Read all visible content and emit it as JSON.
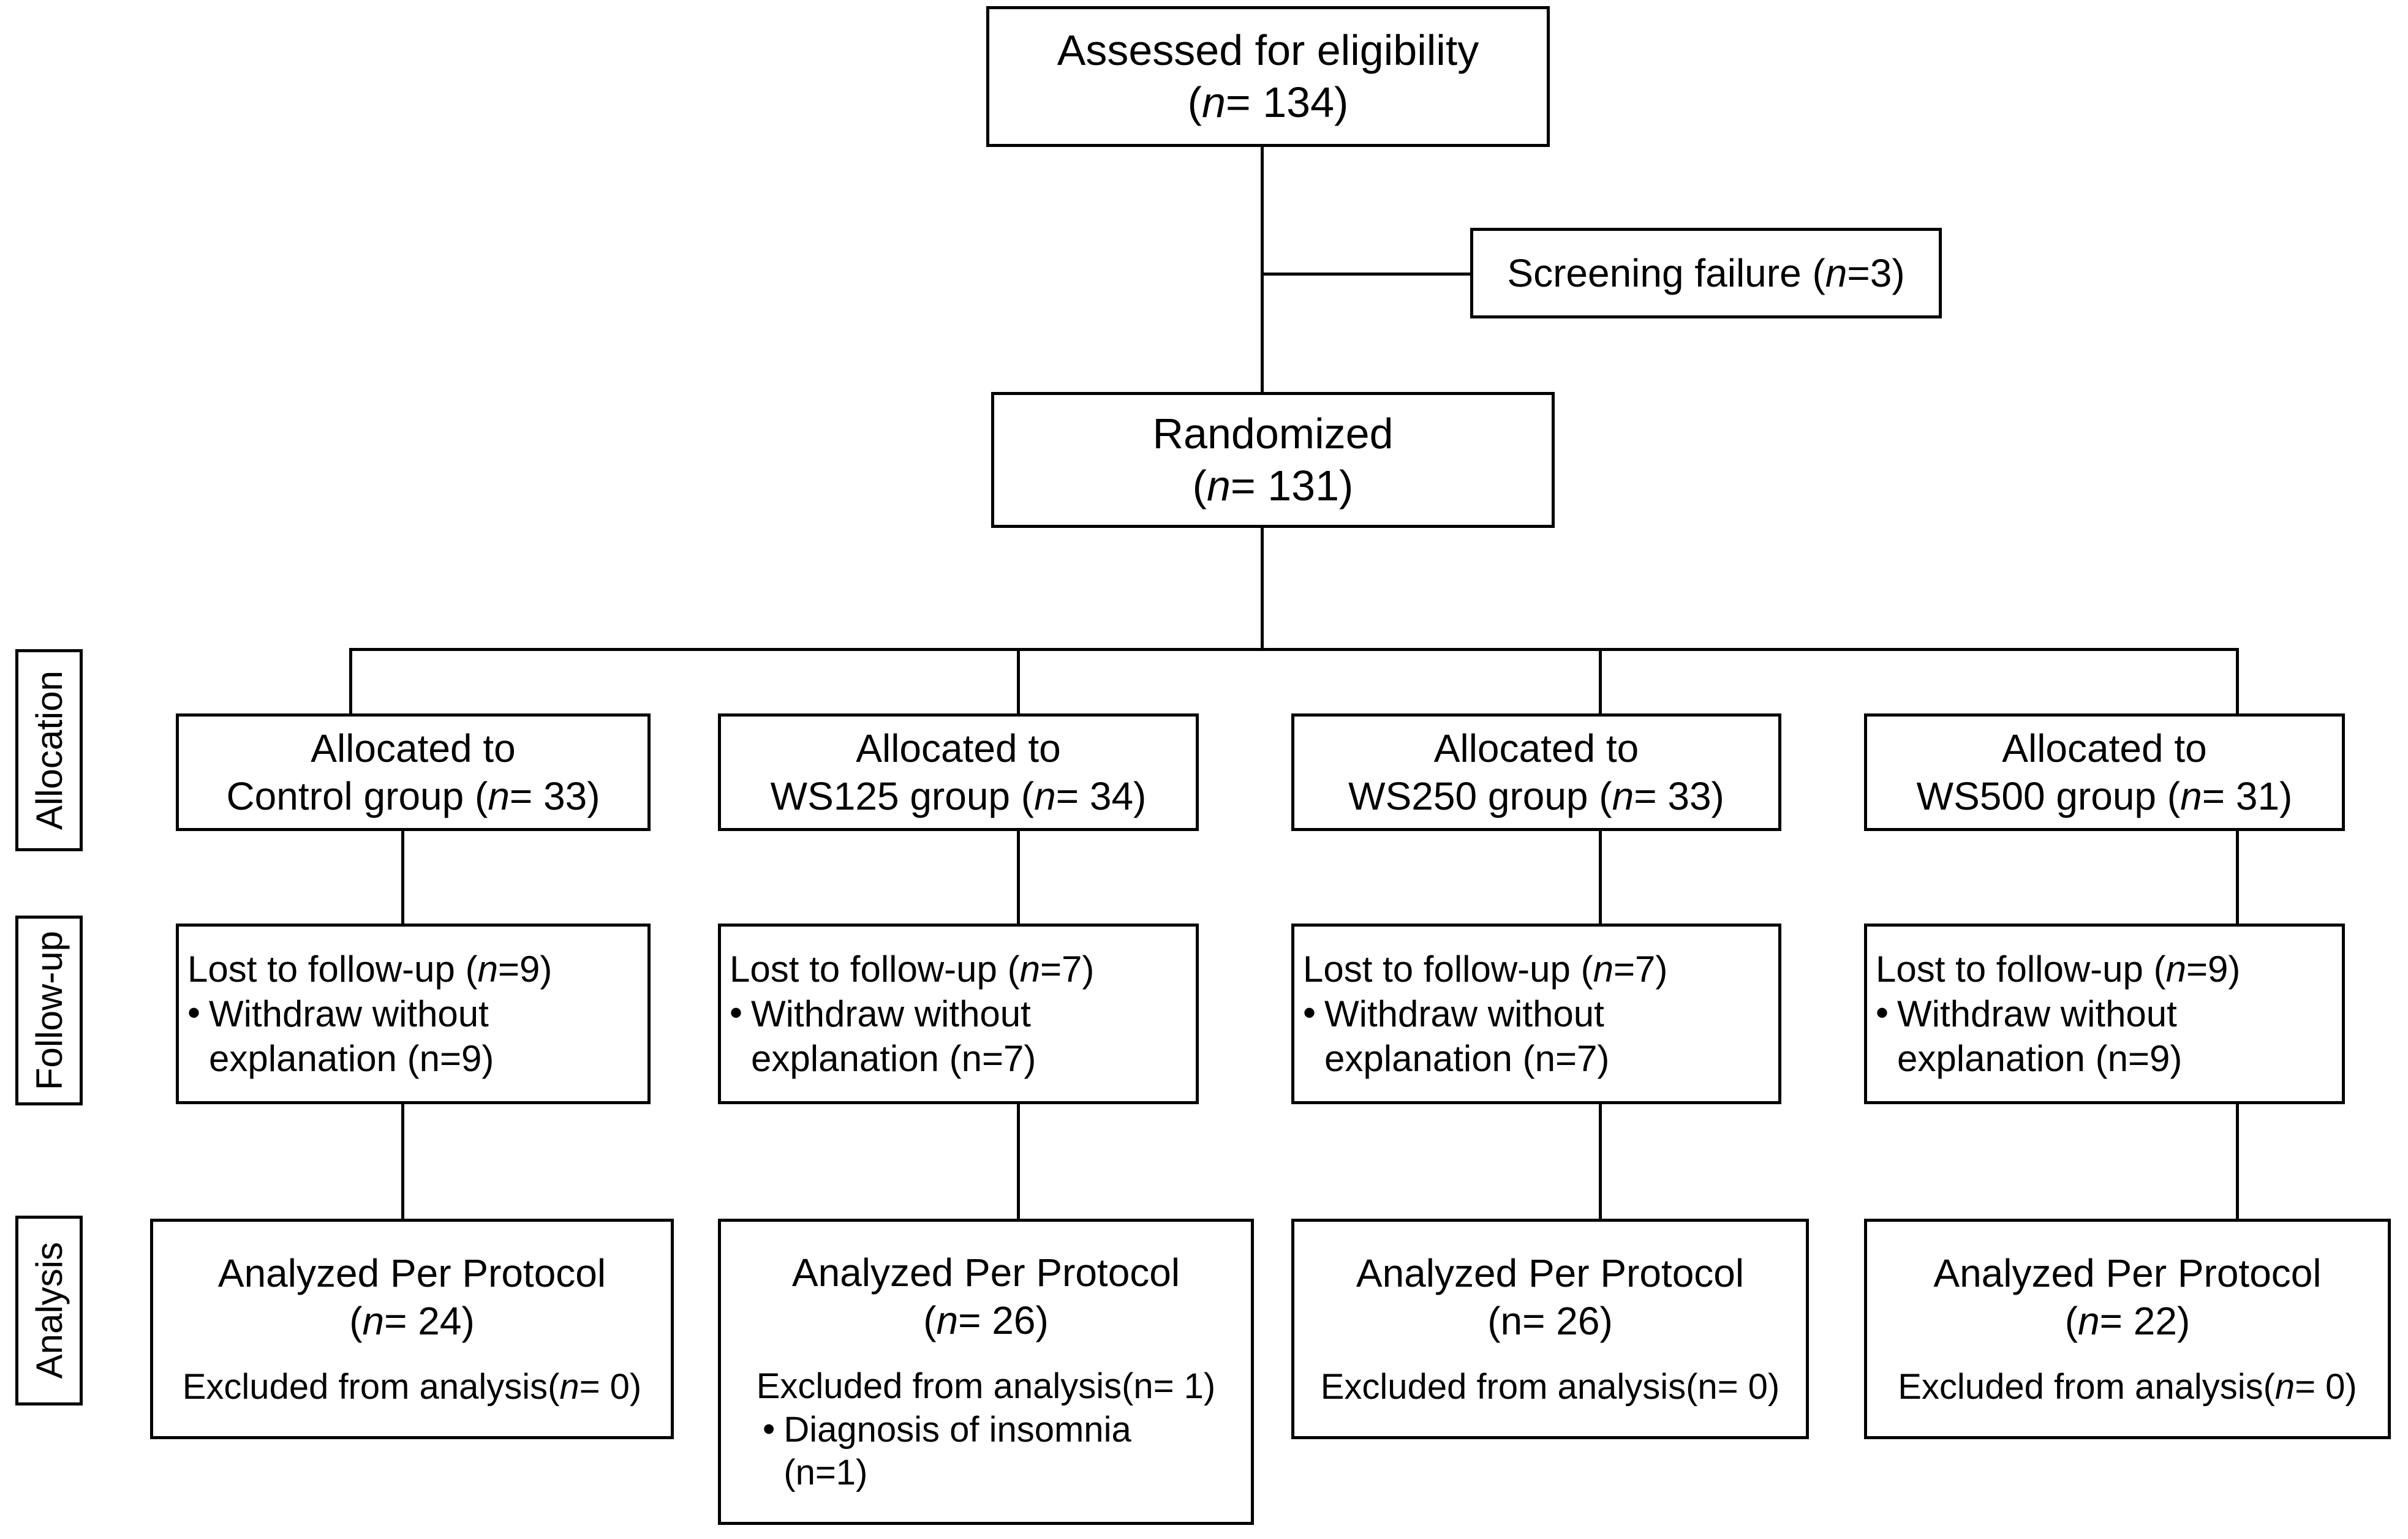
{
  "diagram": {
    "type": "consort-flow-diagram",
    "stage_labels": [
      {
        "id": "allocation",
        "text": "Allocation"
      },
      {
        "id": "follow-up",
        "text": "Follow-up"
      },
      {
        "id": "analysis",
        "text": "Analysis"
      }
    ],
    "enrollment": {
      "assessed": {
        "line1": "Assessed for eligibility",
        "n_prefix": "(",
        "n_symbol": "n",
        "n_value": "= 134)"
      },
      "screening_failure": {
        "text_before": "Screening failure (",
        "n_symbol": "n",
        "text_after": "=3)"
      },
      "randomized": {
        "line1": "Randomized",
        "n_prefix": "(",
        "n_symbol": "n",
        "n_value": "= 131)"
      }
    },
    "arms": [
      {
        "id": "control",
        "allocation": {
          "line1": "Allocated to",
          "line2_before": "Control group (",
          "line2_symbol": "n",
          "line2_after": "= 33)"
        },
        "followup": {
          "lost_before": "Lost to follow-up (",
          "lost_symbol": "n",
          "lost_after": "=9)",
          "bullet": "•",
          "reason_line1": "Withdraw without",
          "reason_line2": "explanation (n=9)"
        },
        "analysis": {
          "line1": "Analyzed Per Protocol",
          "n_prefix": "(",
          "n_symbol": "n",
          "n_value": "= 24)",
          "excluded_before": "Excluded from analysis(",
          "excluded_symbol": "n",
          "excluded_after": "= 0)",
          "extra_bullet": null,
          "extra_line1": null,
          "extra_line2": null
        }
      },
      {
        "id": "ws125",
        "allocation": {
          "line1": "Allocated to",
          "line2_before": "WS125 group (",
          "line2_symbol": "n",
          "line2_after": "= 34)"
        },
        "followup": {
          "lost_before": "Lost to follow-up (",
          "lost_symbol": "n",
          "lost_after": "=7)",
          "bullet": "•",
          "reason_line1": "Withdraw without",
          "reason_line2": "explanation (n=7)"
        },
        "analysis": {
          "line1": "Analyzed Per Protocol",
          "n_prefix": "(",
          "n_symbol": "n",
          "n_value": "= 26)",
          "excluded_before": "Excluded from analysis(n",
          "excluded_symbol": "",
          "excluded_after": "= 1)",
          "extra_bullet": "•",
          "extra_line1": "Diagnosis of insomnia",
          "extra_line2": "(n=1)"
        }
      },
      {
        "id": "ws250",
        "allocation": {
          "line1": "Allocated to",
          "line2_before": "WS250 group (",
          "line2_symbol": "n",
          "line2_after": "= 33)"
        },
        "followup": {
          "lost_before": "Lost to follow-up (",
          "lost_symbol": "n",
          "lost_after": "=7)",
          "bullet": "•",
          "reason_line1": "Withdraw without",
          "reason_line2": "explanation (n=7)"
        },
        "analysis": {
          "line1": "Analyzed Per Protocol",
          "n_prefix": "(n",
          "n_symbol": "",
          "n_value": "= 26)",
          "excluded_before": "Excluded from analysis(n",
          "excluded_symbol": "",
          "excluded_after": "= 0)",
          "extra_bullet": null,
          "extra_line1": null,
          "extra_line2": null
        }
      },
      {
        "id": "ws500",
        "allocation": {
          "line1": "Allocated to",
          "line2_before": "WS500 group (",
          "line2_symbol": "n",
          "line2_after": "= 31)"
        },
        "followup": {
          "lost_before": "Lost to follow-up (",
          "lost_symbol": "n",
          "lost_after": "=9)",
          "bullet": "•",
          "reason_line1": "Withdraw without",
          "reason_line2": "explanation (n=9)"
        },
        "analysis": {
          "line1": "Analyzed Per Protocol",
          "n_prefix": "(",
          "n_symbol": "n",
          "n_value": "= 22)",
          "excluded_before": "Excluded from analysis(",
          "excluded_symbol": "n",
          "excluded_after": "= 0)",
          "extra_bullet": null,
          "extra_line1": null,
          "extra_line2": null
        }
      }
    ],
    "colors": {
      "stroke": "#000000",
      "background": "#ffffff",
      "text": "#000000"
    }
  }
}
